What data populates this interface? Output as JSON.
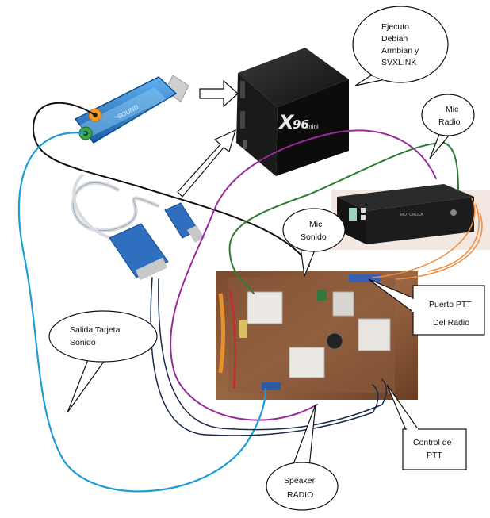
{
  "callouts": {
    "ejecuto": [
      "Ejecuto",
      "Debian",
      "Armbian y",
      "SVXLINK"
    ],
    "mic_radio": [
      "Mic",
      "Radio"
    ],
    "mic_sonido": [
      "Mic",
      "Sonido"
    ],
    "salida": [
      "Salida Tarjeta",
      "Sonido"
    ],
    "puerto_ptt": [
      "Puerto PTT",
      "Del Radio"
    ],
    "control_ptt": [
      "Control de",
      "PTT"
    ],
    "speaker": [
      "Speaker",
      "RADIO"
    ]
  },
  "tvbox": {
    "brand_x": "X",
    "brand_96": "96",
    "brand_mini": "mini"
  },
  "usb_card": {
    "print": "SOUND"
  },
  "radio": {
    "print": "MOTOROLA"
  },
  "colors": {
    "wire_purple": "#9b2a9b",
    "wire_green": "#2e7d32",
    "wire_black": "#111111",
    "wire_blue": "#1f9bd7",
    "wire_orange": "#f08a3c",
    "wire_navy": "#1b2a4a"
  }
}
